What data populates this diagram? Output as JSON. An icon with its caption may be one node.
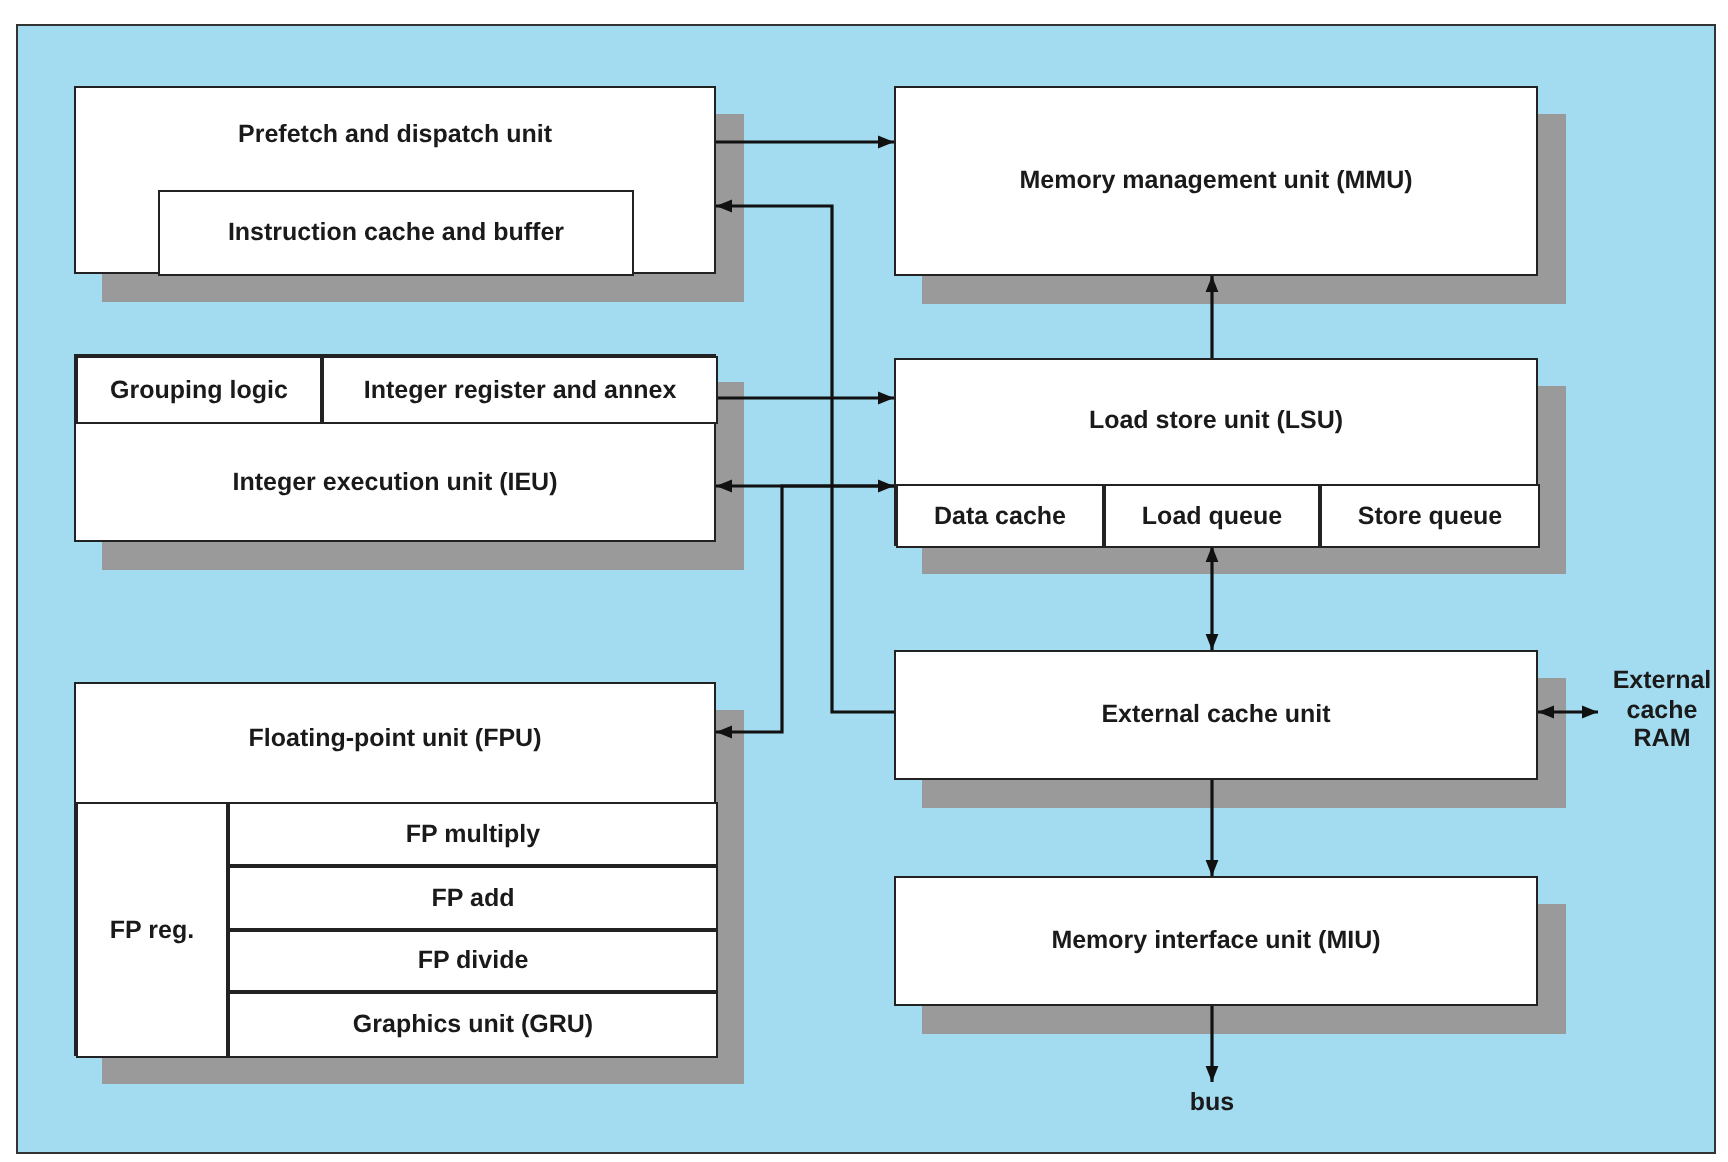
{
  "diagram": {
    "nodes": [
      {
        "text": [
          "Prefetch and dispatch unit"
        ]
      },
      {
        "text": [
          "Instruction cache and buffer"
        ],
        "in": 0
      },
      {
        "text": [
          "Memory management unit (MMU)"
        ]
      },
      {
        "text": [
          "Integer execution unit (IEU)"
        ]
      },
      {
        "text": [
          "Grouping logic"
        ],
        "in": 3
      },
      {
        "text": [
          "Integer register and annex"
        ],
        "in": 3
      },
      {
        "text": [
          "Load store unit (LSU)"
        ]
      },
      {
        "text": [
          "Data cache"
        ],
        "in": 6
      },
      {
        "text": [
          "Load queue"
        ],
        "in": 6
      },
      {
        "text": [
          "Store queue"
        ],
        "in": 6
      },
      {
        "text": [
          "Floating-point unit (FPU)"
        ]
      },
      {
        "text": [
          "FP reg."
        ],
        "in": 10
      },
      {
        "text": [
          "FP multiply"
        ],
        "in": 10
      },
      {
        "text": [
          "FP add"
        ],
        "in": 10
      },
      {
        "text": [
          "FP divide"
        ],
        "in": 10
      },
      {
        "text": [
          "Graphics unit (GRU)"
        ],
        "in": 10
      },
      {
        "text": [
          "External cache unit"
        ]
      },
      {
        "text": [
          "External cache RAM"
        ]
      },
      {
        "text": [
          "Memory interface unit (MIU)"
        ]
      },
      {
        "text": [
          "bus"
        ]
      }
    ],
    "edges": [
      {
        "from": 0,
        "to": 2,
        "arrow": "to"
      },
      {
        "from": 16,
        "to": 0,
        "arrow": "to"
      },
      {
        "from": 5,
        "to": 6,
        "arrow": "to"
      },
      {
        "from": 3,
        "to": 6,
        "arrow": "both"
      },
      {
        "from": 6,
        "to": 10,
        "arrow": "to"
      },
      {
        "from": 6,
        "to": 2,
        "arrow": "to"
      },
      {
        "from": 6,
        "to": 16,
        "arrow": "both"
      },
      {
        "from": 16,
        "to": 18,
        "arrow": "to"
      },
      {
        "from": 16,
        "to": 17,
        "arrow": "both"
      },
      {
        "from": 18,
        "to": 19,
        "arrow": "to"
      }
    ]
  }
}
